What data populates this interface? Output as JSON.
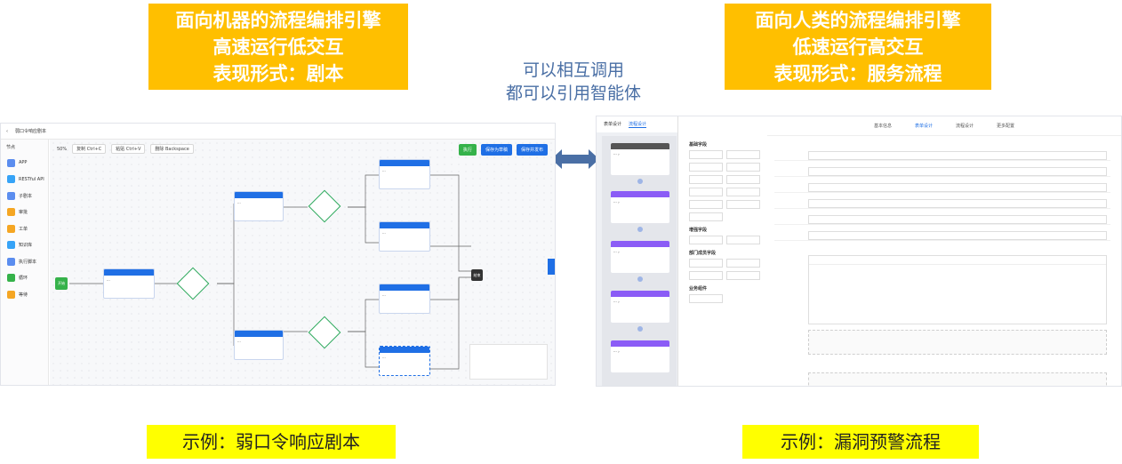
{
  "left_banner": {
    "line1": "面向机器的流程编排引擎",
    "line2": "高速运行低交互",
    "line3": "表现形式：剧本"
  },
  "right_banner": {
    "line1": "面向人类的流程编排引擎",
    "line2": "低速运行高交互",
    "line3": "表现形式：服务流程"
  },
  "center_note": {
    "line1": "可以相互调用",
    "line2": "都可以引用智能体"
  },
  "left_example": "示例：弱口令响应剧本",
  "right_example": "示例：漏洞预警流程",
  "colors": {
    "banner": "#ffbf00",
    "example": "#ffff00",
    "accent": "#1f6fe5",
    "arrow": "#4a6fa5"
  },
  "playbook_editor": {
    "title": "弱口令响应剧本",
    "sidebar_heading": "节点",
    "sidebar_items": [
      "APP",
      "RESTful API",
      "子剧本",
      "审批",
      "工单",
      "知识库",
      "执行脚本",
      "循环",
      "等待"
    ],
    "toolbar": {
      "zoom": "50%",
      "copy": "复制 Ctrl+C",
      "paste": "粘贴 Ctrl+V",
      "delete": "删除 Backspace"
    },
    "buttons": {
      "run": "执行",
      "save_draft": "保存为草稿",
      "save_publish": "保存并发布"
    },
    "start_label": "开始",
    "end_label": "结束"
  },
  "service_flow_editor": {
    "nav_tabs": [
      "表单设计",
      "流程设计"
    ],
    "step_tabs": [
      "基本信息",
      "表单设计",
      "流程设计",
      "更多配置"
    ],
    "field_groups": [
      "基础字段",
      "增强字段",
      "部门成员字段",
      "业务组件"
    ]
  }
}
